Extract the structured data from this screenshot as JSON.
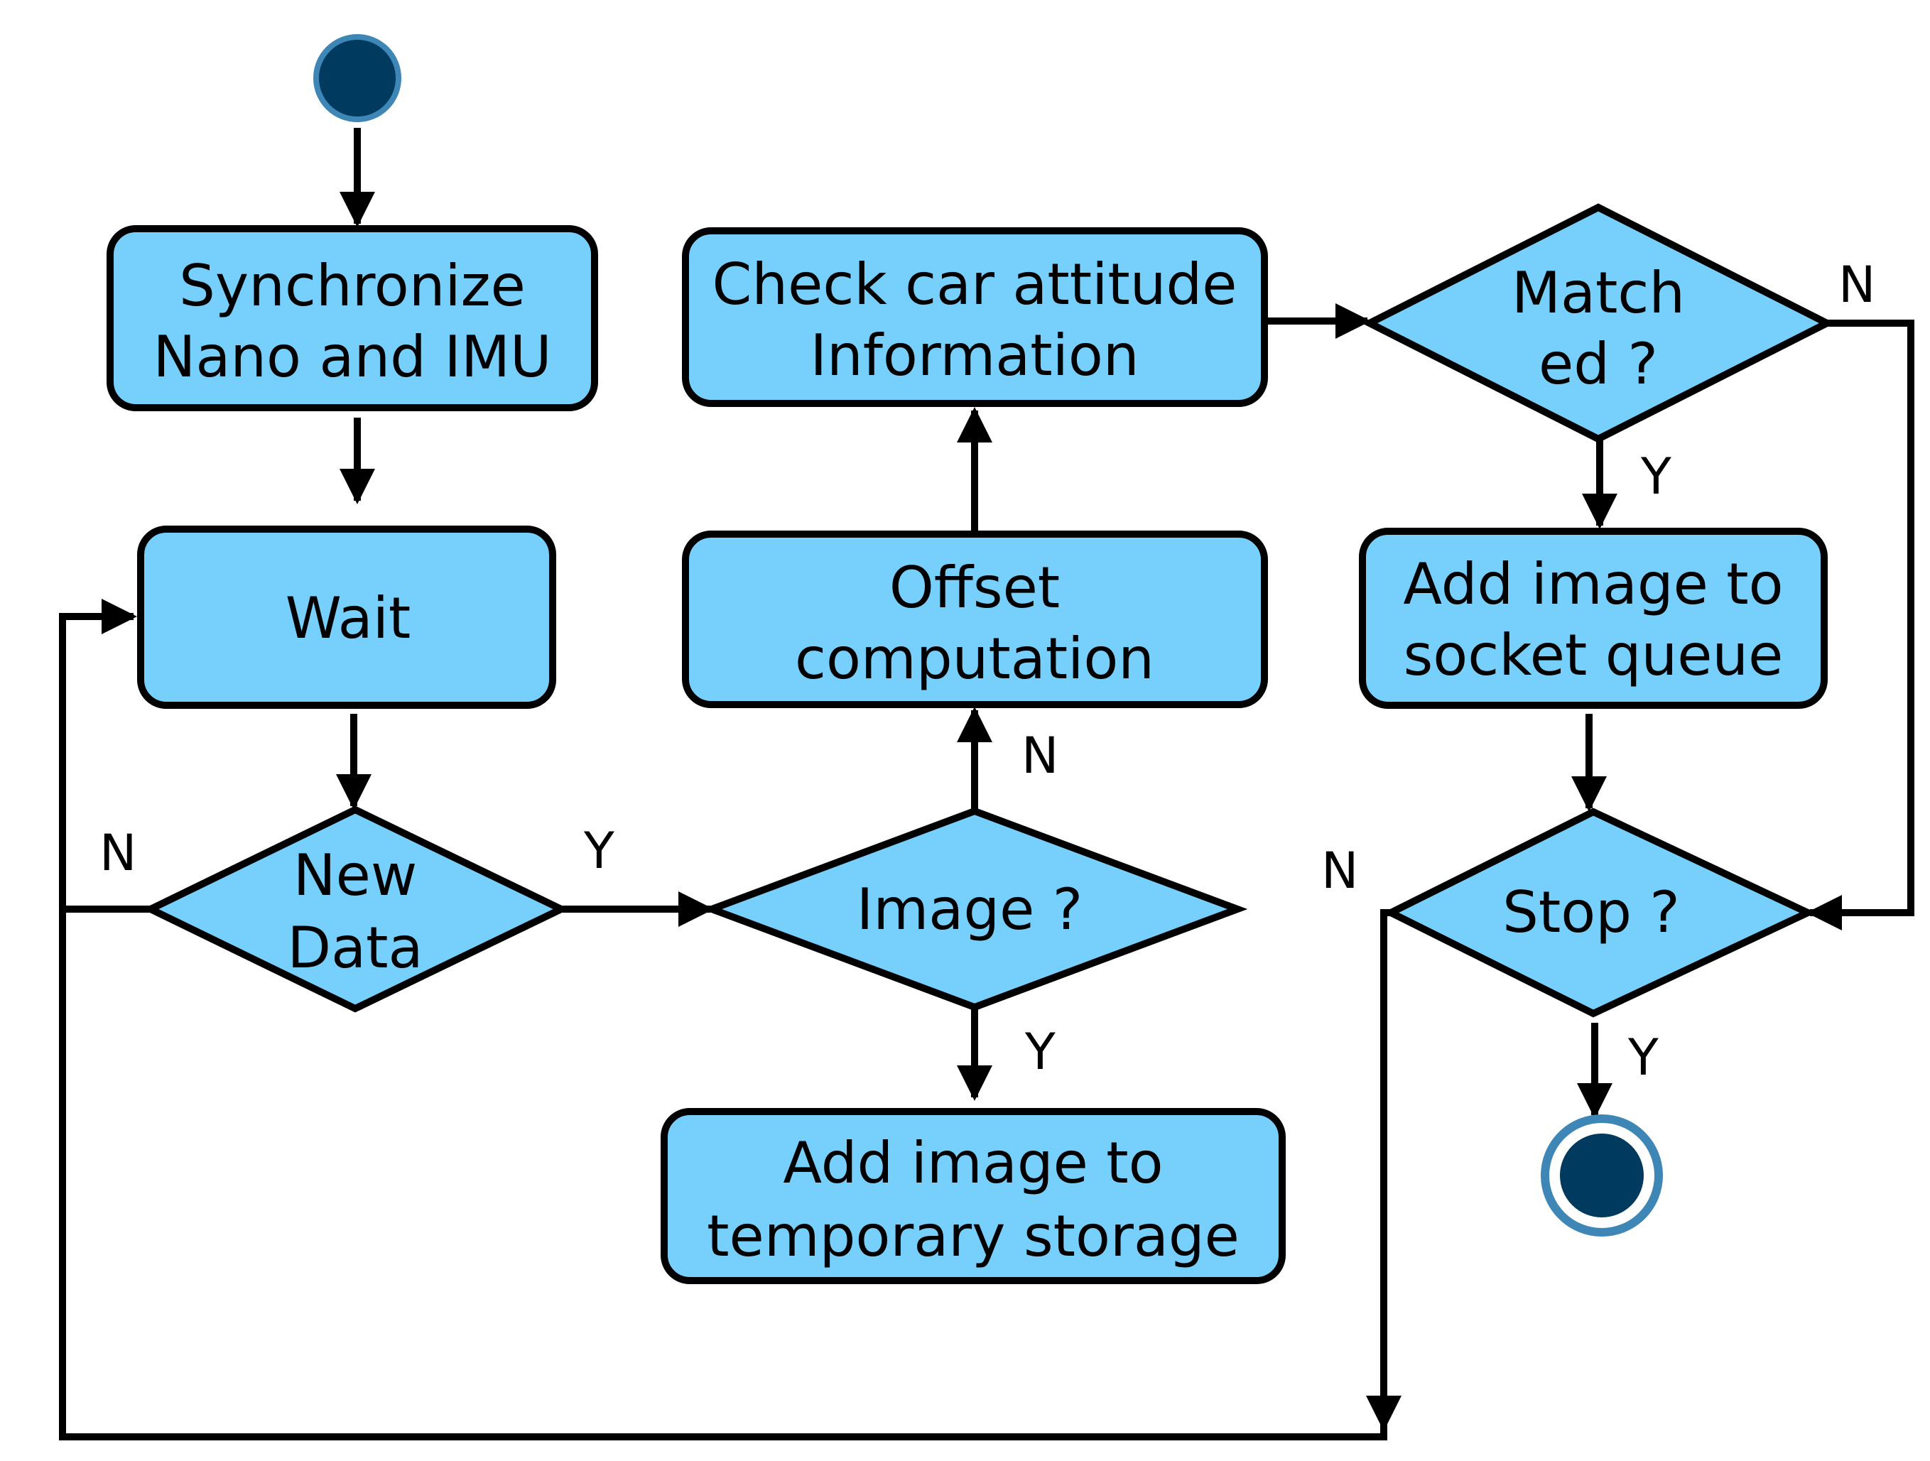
{
  "colors": {
    "node_fill": "#77CFFB",
    "stroke": "#000000",
    "terminal_fill": "#003A5E",
    "terminal_ring": "#3D86B6",
    "background": "#FFFFFF"
  },
  "nodes": {
    "synchronize": {
      "line1": "Synchronize",
      "line2": "Nano and IMU"
    },
    "wait": {
      "label": "Wait"
    },
    "new_data": {
      "line1": "New",
      "line2": "Data"
    },
    "image": {
      "label": "Image ?"
    },
    "offset": {
      "line1": "Offset",
      "line2": "computation"
    },
    "check": {
      "line1": "Check car attitude",
      "line2": "Information"
    },
    "matched": {
      "line1": "Match",
      "line2": "ed ?"
    },
    "add_socket": {
      "line1": "Add image to",
      "line2": "socket queue"
    },
    "stop": {
      "label": "Stop ?"
    },
    "add_temp": {
      "line1": "Add image to",
      "line2": "temporary storage"
    }
  },
  "edge_labels": {
    "new_data_no": "N",
    "new_data_yes": "Y",
    "image_no": "N",
    "image_yes": "Y",
    "matched_no": "N",
    "matched_yes": "Y",
    "stop_no": "N",
    "stop_yes": "Y"
  }
}
